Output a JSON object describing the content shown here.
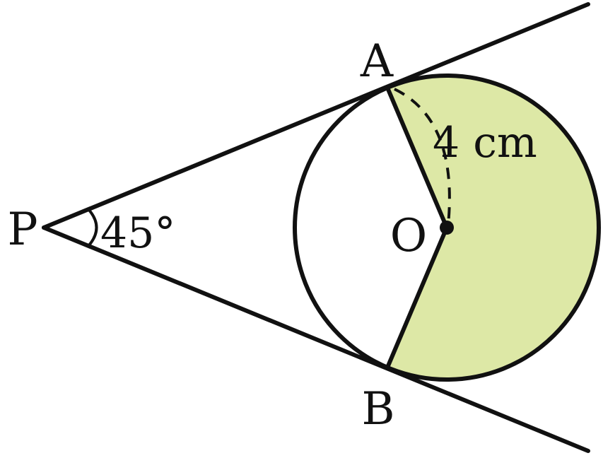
{
  "labels": {
    "A": "A",
    "B": "B",
    "P": "P",
    "O": "O",
    "angle": "45°",
    "radius": "4 cm"
  },
  "colors": {
    "sector_fill": "#dde8a6",
    "stroke": "#111111",
    "background": "#ffffff"
  }
}
